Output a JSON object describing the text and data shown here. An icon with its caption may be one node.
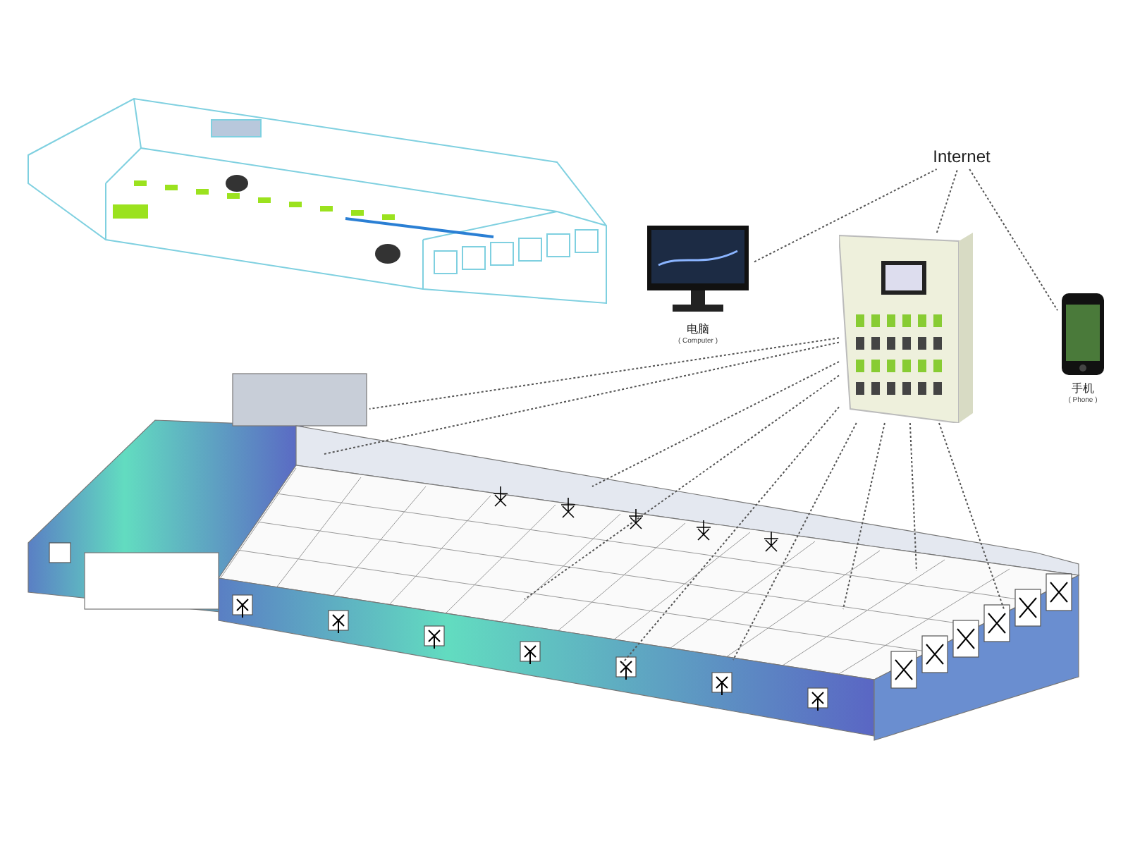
{
  "diagram": {
    "nodes": [
      {
        "text": [
          "Internet"
        ]
      },
      {
        "text": [
          "电脑",
          "( Computer )"
        ]
      },
      {
        "text": [],
        "shape": "picture"
      },
      {
        "text": [
          "手机",
          "( Phone )"
        ]
      },
      {
        "text": [],
        "shape": "picture"
      }
    ],
    "edges": [
      {
        "from": 1,
        "to": 0,
        "arrow": "none"
      },
      {
        "from": 2,
        "to": 0,
        "arrow": "none"
      },
      {
        "from": 0,
        "to": 3,
        "arrow": "none"
      },
      {
        "from": 2,
        "to": 4,
        "arrow": "none"
      },
      {
        "from": 2,
        "to": 4,
        "arrow": "none"
      },
      {
        "from": 2,
        "to": 4,
        "arrow": "none"
      },
      {
        "from": 2,
        "to": 4,
        "arrow": "none"
      },
      {
        "from": 2,
        "to": 4,
        "arrow": "none"
      },
      {
        "from": 2,
        "to": 4,
        "arrow": "none"
      },
      {
        "from": 2,
        "to": 4,
        "arrow": "none"
      },
      {
        "from": 2,
        "to": 4,
        "arrow": "none"
      },
      {
        "from": 2,
        "to": 4,
        "arrow": "none"
      }
    ]
  }
}
